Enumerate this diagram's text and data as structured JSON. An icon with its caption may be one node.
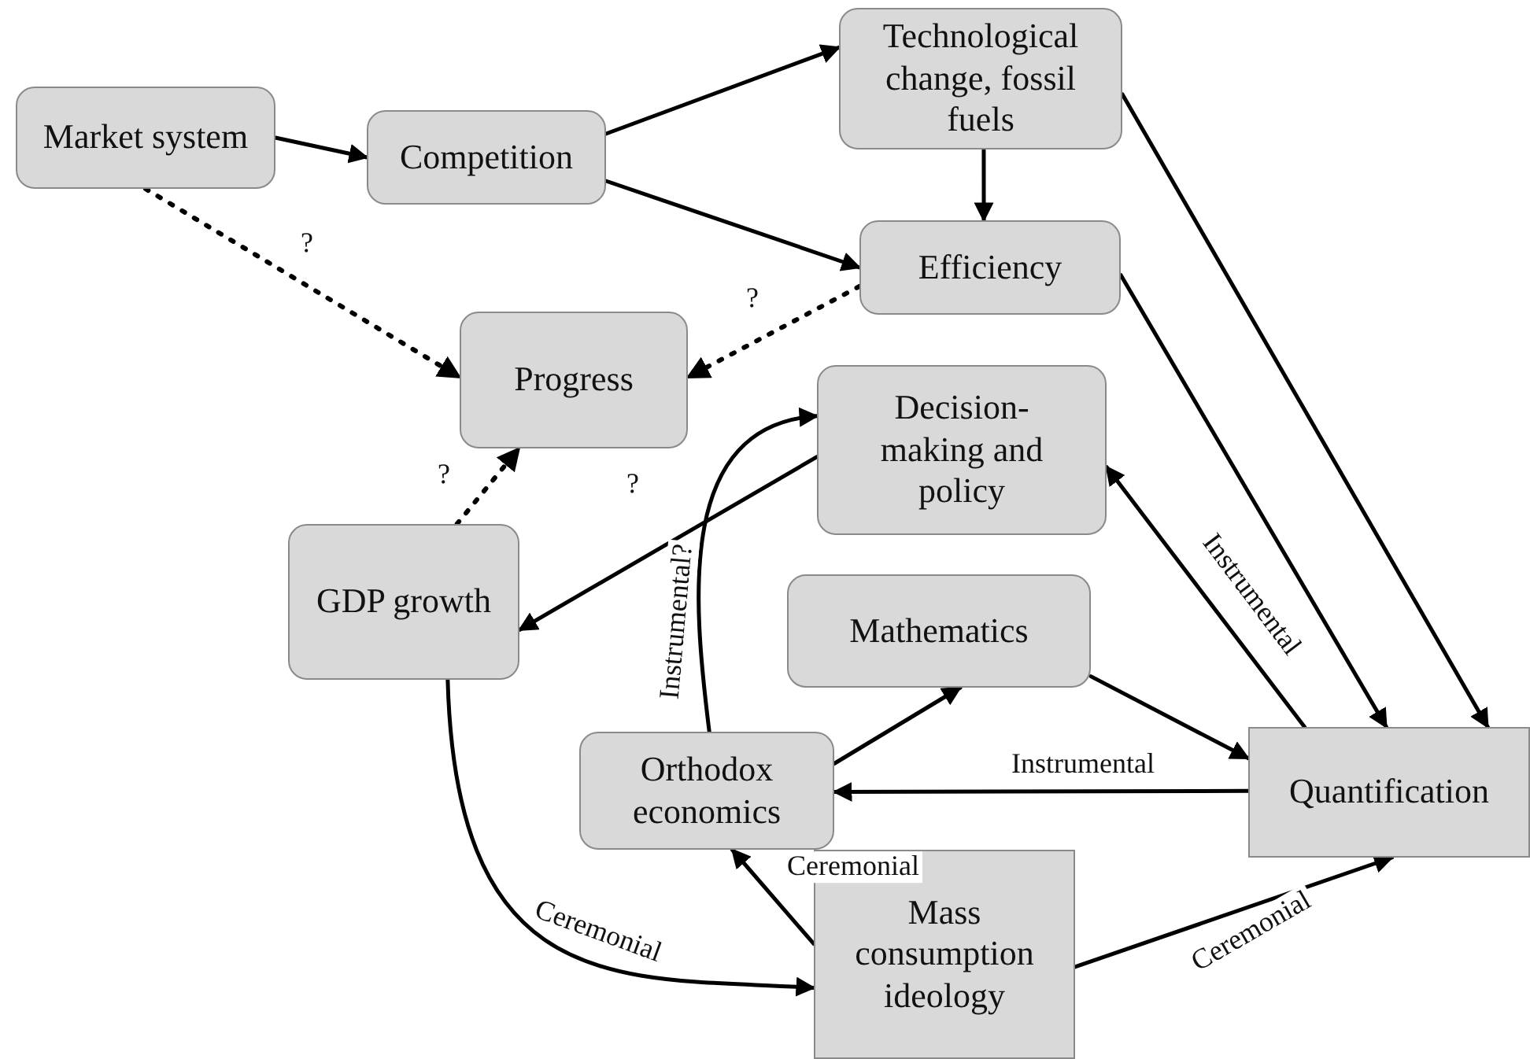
{
  "diagram": {
    "nodes": [
      {
        "text": [
          "Market system"
        ]
      },
      {
        "text": [
          "Competition"
        ]
      },
      {
        "text": [
          "Technological change, fossil fuels"
        ]
      },
      {
        "text": [
          "Efficiency"
        ]
      },
      {
        "text": [
          "Progress"
        ]
      },
      {
        "text": [
          "Decision-making and policy"
        ]
      },
      {
        "text": [
          "GDP growth"
        ]
      },
      {
        "text": [
          "Mathematics"
        ]
      },
      {
        "text": [
          "Orthodox economics"
        ]
      },
      {
        "text": [
          "Quantification"
        ]
      },
      {
        "text": [
          "Mass consumption ideology"
        ]
      }
    ],
    "edges": [
      {
        "from": 0,
        "to": 1,
        "arrow": "to"
      },
      {
        "from": 1,
        "to": 2,
        "arrow": "to"
      },
      {
        "from": 1,
        "to": 3,
        "arrow": "to"
      },
      {
        "from": 2,
        "to": 3,
        "arrow": "to"
      },
      {
        "from": 2,
        "to": 9,
        "arrow": "to"
      },
      {
        "from": 3,
        "to": 9,
        "arrow": "to"
      },
      {
        "from": 0,
        "to": 4,
        "arrow": "to",
        "style": "dashed",
        "label": "?"
      },
      {
        "from": 3,
        "to": 4,
        "arrow": "to",
        "style": "dashed",
        "label": "?"
      },
      {
        "from": 6,
        "to": 4,
        "arrow": "to",
        "style": "dashed",
        "label": "?"
      },
      {
        "from": 5,
        "to": 6,
        "arrow": "to",
        "label": "?"
      },
      {
        "from": 8,
        "to": 5,
        "arrow": "to",
        "label": "Instrumental?"
      },
      {
        "from": 9,
        "to": 5,
        "arrow": "to",
        "label": "Instrumental"
      },
      {
        "from": 8,
        "to": 7,
        "arrow": "to"
      },
      {
        "from": 7,
        "to": 9,
        "arrow": "to"
      },
      {
        "from": 9,
        "to": 8,
        "arrow": "to",
        "label": "Instrumental"
      },
      {
        "from": 10,
        "to": 8,
        "arrow": "to",
        "label": "Ceremonial"
      },
      {
        "from": 6,
        "to": 10,
        "arrow": "to",
        "label": "Ceremonial"
      },
      {
        "from": 10,
        "to": 9,
        "arrow": "to",
        "label": "Ceremonial"
      }
    ]
  }
}
